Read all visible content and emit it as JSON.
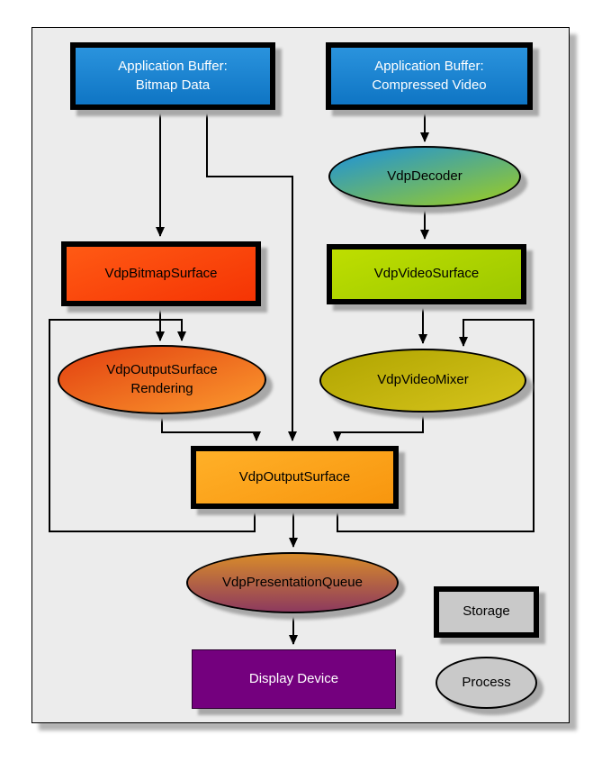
{
  "nodes": {
    "bitmap_buffer": {
      "label": "Application Buffer:\nBitmap Data",
      "kind": "storage"
    },
    "compressed_buffer": {
      "label": "Application Buffer:\nCompressed Video",
      "kind": "storage"
    },
    "decoder": {
      "label": "VdpDecoder",
      "kind": "process"
    },
    "bitmap_surface": {
      "label": "VdpBitmapSurface",
      "kind": "storage"
    },
    "video_surface": {
      "label": "VdpVideoSurface",
      "kind": "storage"
    },
    "output_rendering": {
      "label": "VdpOutputSurface\nRendering",
      "kind": "process"
    },
    "video_mixer": {
      "label": "VdpVideoMixer",
      "kind": "process"
    },
    "output_surface": {
      "label": "VdpOutputSurface",
      "kind": "storage"
    },
    "presentation_queue": {
      "label": "VdpPresentationQueue",
      "kind": "process"
    },
    "display_device": {
      "label": "Display Device",
      "kind": "storage"
    }
  },
  "legend": {
    "storage_label": "Storage",
    "process_label": "Process"
  },
  "edges": [
    {
      "from": "bitmap_buffer",
      "to": "bitmap_surface"
    },
    {
      "from": "bitmap_buffer",
      "to": "output_surface"
    },
    {
      "from": "compressed_buffer",
      "to": "decoder"
    },
    {
      "from": "decoder",
      "to": "video_surface"
    },
    {
      "from": "bitmap_surface",
      "to": "output_rendering"
    },
    {
      "from": "output_surface",
      "to": "output_rendering"
    },
    {
      "from": "video_surface",
      "to": "video_mixer"
    },
    {
      "from": "output_surface",
      "to": "video_mixer"
    },
    {
      "from": "output_rendering",
      "to": "output_surface"
    },
    {
      "from": "video_mixer",
      "to": "output_surface"
    },
    {
      "from": "output_surface",
      "to": "presentation_queue"
    },
    {
      "from": "presentation_queue",
      "to": "display_device"
    }
  ],
  "colors": {
    "panel_bg": "#ececec",
    "buffer_blue": "#1786d1",
    "bitmap_surface_red_orange": "#fb4a0e",
    "video_surface_green": "#aad400",
    "output_surface_orange": "#ffa41e",
    "display_purple": "#74007e",
    "legend_gray": "#c9c9c9",
    "decoder_gradient_top": "#2e9ac2",
    "decoder_gradient_bottom": "#8ac43c",
    "rendering_gradient_top": "#e23f10",
    "rendering_gradient_bottom": "#fb9a2e",
    "mixer_gradient_top": "#b0a400",
    "mixer_gradient_bottom": "#d6c41c",
    "queue_gradient_top": "#d88b2a",
    "queue_gradient_bottom": "#8d3a5e"
  }
}
